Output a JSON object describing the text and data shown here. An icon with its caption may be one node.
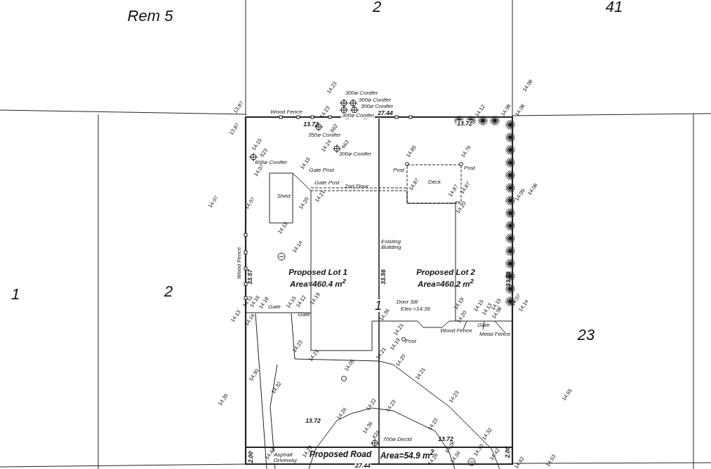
{
  "diagram": {
    "labels": [
      "Rem 5",
      "2",
      "41",
      "14.23",
      "14.08",
      "300ø Conifer",
      "300ø Conifer",
      "300ø Conifer",
      "300ø Conifer",
      "27.44",
      "13.87",
      "Wood Fence",
      "14.23",
      "14.12",
      "14.08",
      "14.08",
      "13.72",
      "662",
      "13.72",
      "350ø Conifer",
      "13.87",
      "14.15",
      "623",
      "14.24",
      "663",
      "300ø Conifer",
      "14.85",
      "14.76",
      "600ø Conifer",
      "14.07",
      "14.15",
      "Gate Post",
      "Post",
      "Post",
      "Gate Post",
      "2nd Floor",
      "Deck",
      "14.21",
      "14.87",
      "14.87",
      "14.87",
      "14.20",
      "14.09",
      "14.08",
      "14.07",
      "Shed",
      "14.07",
      "14.20",
      "14.15",
      "14.14",
      "Existing Building",
      "Wood Fence",
      "33.57",
      "Proposed Lot 1",
      "Area=460.4 m$^{2}$",
      "33.56",
      "Proposed Lot 2",
      "Area=460.2 m$^{2}$",
      "33.56",
      "1",
      "Door Sill",
      "Elev.=14.36",
      "14.13",
      "14.11",
      "14.16",
      "14.18",
      "Gate",
      "14.16",
      "14.15",
      "14.12",
      "14.19",
      "Gate",
      "14.36",
      "14.19",
      "14.20",
      "14.15",
      "14.13",
      "14.15",
      "14.08",
      "14.07",
      "14.14",
      "Gate",
      "Wood Fence",
      "Metal Fence",
      "14.21",
      "14.23",
      "14.19",
      "Post",
      "14.21",
      "14.05",
      "14.21",
      "14.20",
      "14.30",
      "14.32",
      "14.35",
      "14.21",
      "14.23",
      "14.65",
      "14.26",
      "14.22",
      "14.23",
      "14.23",
      "13.72",
      "14.36",
      "624",
      "700ø Decid",
      "13.72",
      "14.32",
      "2.00",
      "14.44",
      "Asphalt Driveway",
      "14.29",
      "Proposed Road",
      "27.44",
      "Area=54.9 m$^{2}$",
      "14.26",
      "14.28",
      "14.34",
      "14.30",
      "14.42",
      "2.00",
      "14.62",
      "14.53",
      "1",
      "2",
      "23"
    ]
  }
}
